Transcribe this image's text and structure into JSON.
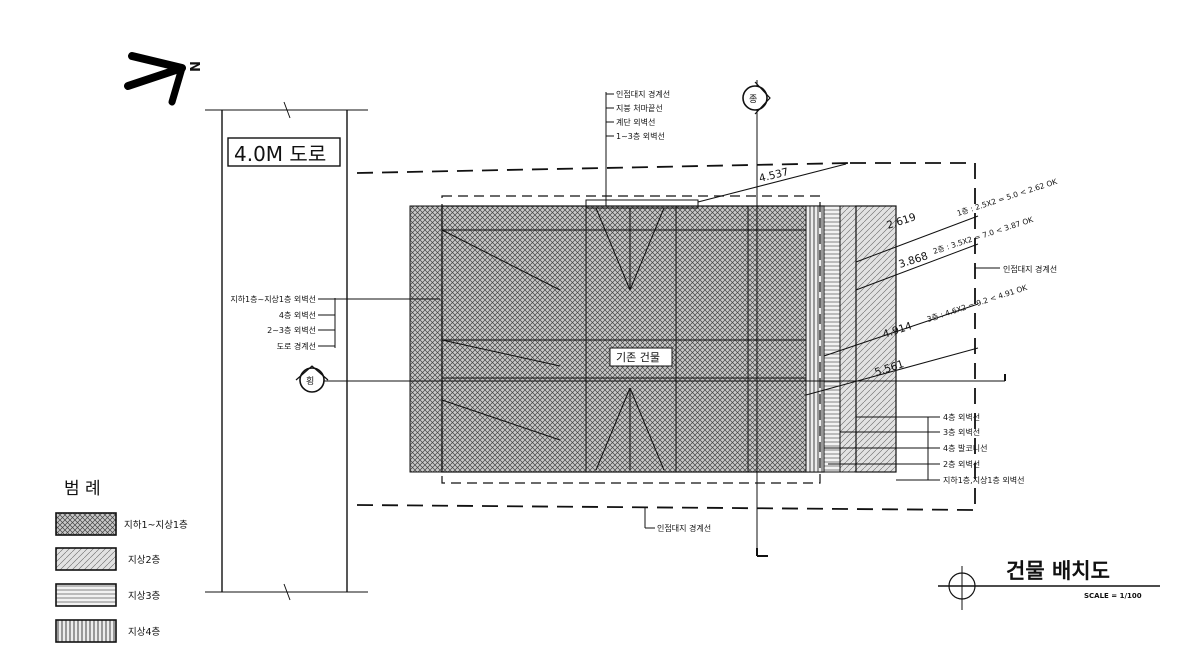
{
  "road_label": "4.0M 도로",
  "north_mark": "N",
  "center_label": "기존 건물",
  "top_leaders": [
    "인접대지 경계선",
    "지붕 처마끝선",
    "계단 외벽선",
    "1~3층 외벽선"
  ],
  "left_leaders": [
    "지하1층~지상1층 외벽선",
    "4층 외벽선",
    "2~3층 외벽선",
    "도로 경계선"
  ],
  "right_leaders": [
    "4층 외벽선",
    "3층 외벽선",
    "4층 발코니선",
    "2층 외벽선",
    "지하1층,지상1층 외벽선"
  ],
  "right_boundary_label": "인접대지 경계선",
  "bottom_boundary_label": "인접대지 경계선",
  "section_marks": {
    "top": "종",
    "left": "횡"
  },
  "dimensions": {
    "d1": "4.537",
    "d2": "2.619",
    "d3": "3.868",
    "d4": "4.914",
    "d5": "5.561"
  },
  "calcs": {
    "c1": "1층 : 2.5X2 = 5.0 < 2.62 OK",
    "c2": "2층 : 3.5X2 = 7.0 < 3.87 OK",
    "c3": "3층 : 4.6X2 = 9.2 < 4.91 OK"
  },
  "legend": {
    "title": "범 례",
    "items": [
      "지하1~지상1층",
      "지상2층",
      "지상3층",
      "지상4층"
    ]
  },
  "drawing_title": "건물 배치도",
  "scale": "SCALE = 1/100"
}
